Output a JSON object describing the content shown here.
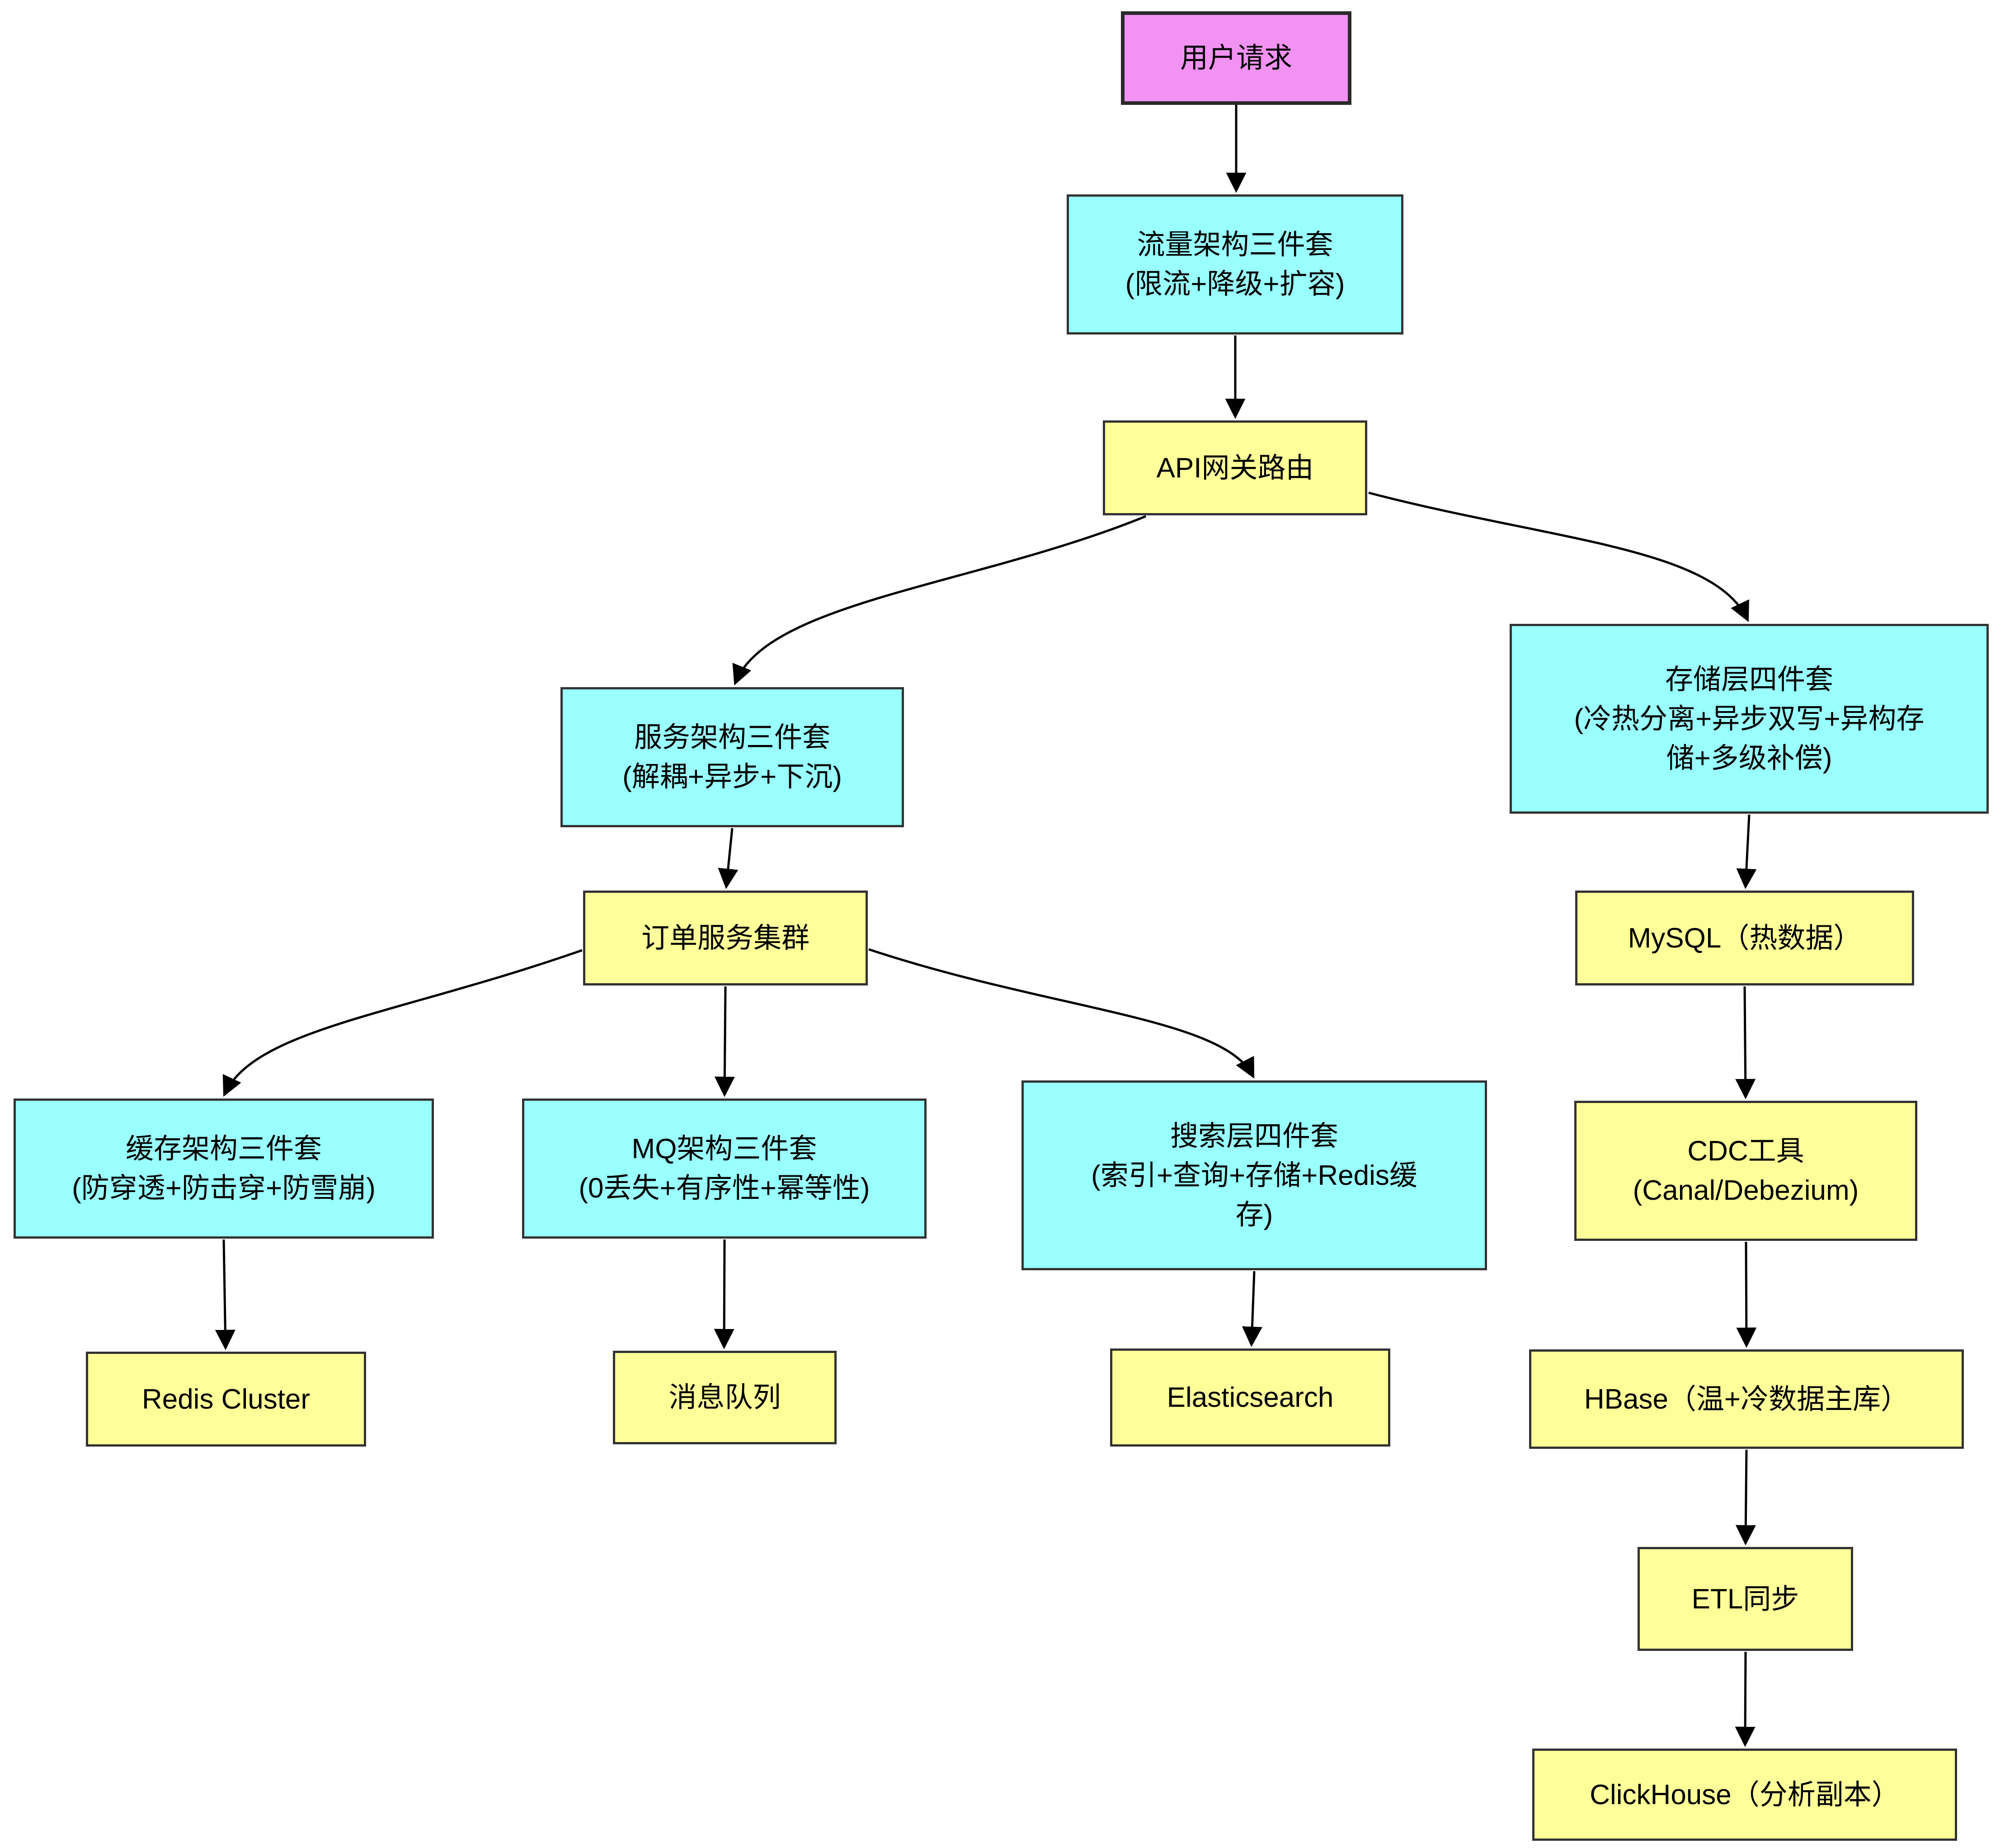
{
  "colors": {
    "magenta": "#F292F2",
    "cyan": "#99FFFF",
    "yellow": "#FFFF99",
    "border": "#333333",
    "edge": "#000000"
  },
  "nodes": {
    "user_request": {
      "label": "用户请求",
      "fill": "magenta"
    },
    "traffic_trio": {
      "label": "流量架构三件套\n(限流+降级+扩容)",
      "fill": "cyan"
    },
    "api_gateway": {
      "label": "API网关路由",
      "fill": "yellow"
    },
    "service_trio": {
      "label": "服务架构三件套\n(解耦+异步+下沉)",
      "fill": "cyan"
    },
    "storage_quad": {
      "label": "存储层四件套\n(冷热分离+异步双写+异构存\n储+多级补偿)",
      "fill": "cyan"
    },
    "order_cluster": {
      "label": "订单服务集群",
      "fill": "yellow"
    },
    "mysql_hot": {
      "label": "MySQL（热数据）",
      "fill": "yellow"
    },
    "cache_trio": {
      "label": "缓存架构三件套\n(防穿透+防击穿+防雪崩)",
      "fill": "cyan"
    },
    "mq_trio": {
      "label": "MQ架构三件套\n(0丢失+有序性+幂等性)",
      "fill": "cyan"
    },
    "search_quad": {
      "label": "搜索层四件套\n(索引+查询+存储+Redis缓\n存)",
      "fill": "cyan"
    },
    "redis_cluster": {
      "label": "Redis Cluster",
      "fill": "yellow"
    },
    "message_queue": {
      "label": "消息队列",
      "fill": "yellow"
    },
    "elasticsearch": {
      "label": "Elasticsearch",
      "fill": "yellow"
    },
    "hbase": {
      "label": "HBase（温+冷数据主库）",
      "fill": "yellow"
    },
    "etl_sync": {
      "label": "ETL同步",
      "fill": "yellow"
    },
    "clickhouse": {
      "label": "ClickHouse（分析副本）",
      "fill": "yellow"
    }
  },
  "edges": [
    {
      "from": "user_request",
      "to": "traffic_trio"
    },
    {
      "from": "traffic_trio",
      "to": "api_gateway"
    },
    {
      "from": "api_gateway",
      "to": "service_trio"
    },
    {
      "from": "api_gateway",
      "to": "storage_quad"
    },
    {
      "from": "service_trio",
      "to": "order_cluster"
    },
    {
      "from": "order_cluster",
      "to": "cache_trio"
    },
    {
      "from": "order_cluster",
      "to": "mq_trio"
    },
    {
      "from": "order_cluster",
      "to": "search_quad"
    },
    {
      "from": "cache_trio",
      "to": "redis_cluster"
    },
    {
      "from": "mq_trio",
      "to": "message_queue"
    },
    {
      "from": "search_quad",
      "to": "elasticsearch"
    },
    {
      "from": "storage_quad",
      "to": "mysql_hot"
    },
    {
      "from": "mysql_hot",
      "to": "cdc_tool"
    },
    {
      "from": "cdc_tool",
      "to": "hbase"
    },
    {
      "from": "hbase",
      "to": "etl_sync"
    },
    {
      "from": "etl_sync",
      "to": "clickhouse"
    }
  ],
  "extra_nodes": {
    "cdc_tool": {
      "label": "CDC工具\n(Canal/Debezium)",
      "fill": "yellow"
    }
  }
}
